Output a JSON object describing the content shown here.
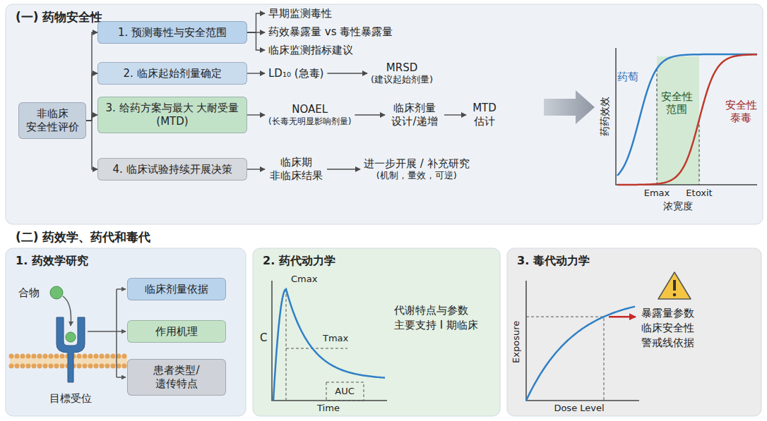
{
  "diagram": {
    "nodes": [
      {
        "text": [
          "(一) 药物安全性"
        ]
      },
      {
        "text": [
          "非临床 安全性评价"
        ],
        "in": 0
      },
      {
        "text": [
          "1. 预测毒性与安全范围"
        ],
        "in": 0
      },
      {
        "text": [
          "早期监测毒性"
        ],
        "in": 0
      },
      {
        "text": [
          "药效暴露量 vs 毒性暴露量"
        ],
        "in": 0
      },
      {
        "text": [
          "临床监测指标建议"
        ],
        "in": 0
      },
      {
        "text": [
          "2. 临床起始剂量确定"
        ],
        "in": 0
      },
      {
        "text": [
          "LD₁₀ (急毒)"
        ],
        "in": 0
      },
      {
        "text": [
          "MRSD",
          "(建议起始剂量)"
        ],
        "in": 0
      },
      {
        "text": [
          "3. 给药方案与最大 大耐受量(MTD)"
        ],
        "in": 0
      },
      {
        "text": [
          "NOAEL",
          "(长毒无明显影响剂量)"
        ],
        "in": 0
      },
      {
        "text": [
          "临床剂量 设计/递增"
        ],
        "in": 0
      },
      {
        "text": [
          "MTD 估计"
        ],
        "in": 0
      },
      {
        "text": [
          "4. 临床试验持续开展决策"
        ],
        "in": 0
      },
      {
        "text": [
          "临床期 非临床结果"
        ],
        "in": 0
      },
      {
        "text": [
          "进一步开展 / 补充研究",
          "(机制，量效，可逆)"
        ],
        "in": 0
      },
      {
        "text": [
          "1. 药效学研究"
        ]
      },
      {
        "text": [
          "临床剂量依据"
        ],
        "in": 16
      },
      {
        "text": [
          "作用机理"
        ],
        "in": 16
      },
      {
        "text": [
          "患者类型/ 遗传特点"
        ],
        "in": 16
      },
      {
        "text": [
          "2. 药代动力学",
          "代谢特点与参数 主要支持 I 期临床"
        ]
      },
      {
        "text": [
          "3. 毒代动力学",
          "暴露量参数 临床安全性 警戒线依据"
        ]
      }
    ],
    "edges": [
      {
        "from": 1,
        "to": 2,
        "arrow": "to"
      },
      {
        "from": 1,
        "to": 6,
        "arrow": "to"
      },
      {
        "from": 1,
        "to": 9,
        "arrow": "to"
      },
      {
        "from": 1,
        "to": 13,
        "arrow": "to"
      },
      {
        "from": 2,
        "to": 3,
        "arrow": "to"
      },
      {
        "from": 2,
        "to": 4,
        "arrow": "to"
      },
      {
        "from": 2,
        "to": 5,
        "arrow": "to"
      },
      {
        "from": 6,
        "to": 7,
        "arrow": "to"
      },
      {
        "from": 7,
        "to": 8,
        "arrow": "to"
      },
      {
        "from": 9,
        "to": 10,
        "arrow": "to"
      },
      {
        "from": 10,
        "to": 11,
        "arrow": "to"
      },
      {
        "from": 11,
        "to": 12,
        "arrow": "to"
      },
      {
        "from": 13,
        "to": 14,
        "arrow": "to"
      },
      {
        "from": 14,
        "to": 15,
        "arrow": "to"
      }
    ],
    "labels": [
      "药药效效",
      "药萄",
      "安全性 范围",
      "安全性 泰毒",
      "Emax",
      "Etoxit",
      "浓宽度",
      "(二) 药效学、药代和毒代",
      "合物",
      "目標受位",
      "C",
      "Cmax",
      "Tmax",
      "AUC",
      "Time",
      "Exposure",
      "Dose Level"
    ]
  }
}
